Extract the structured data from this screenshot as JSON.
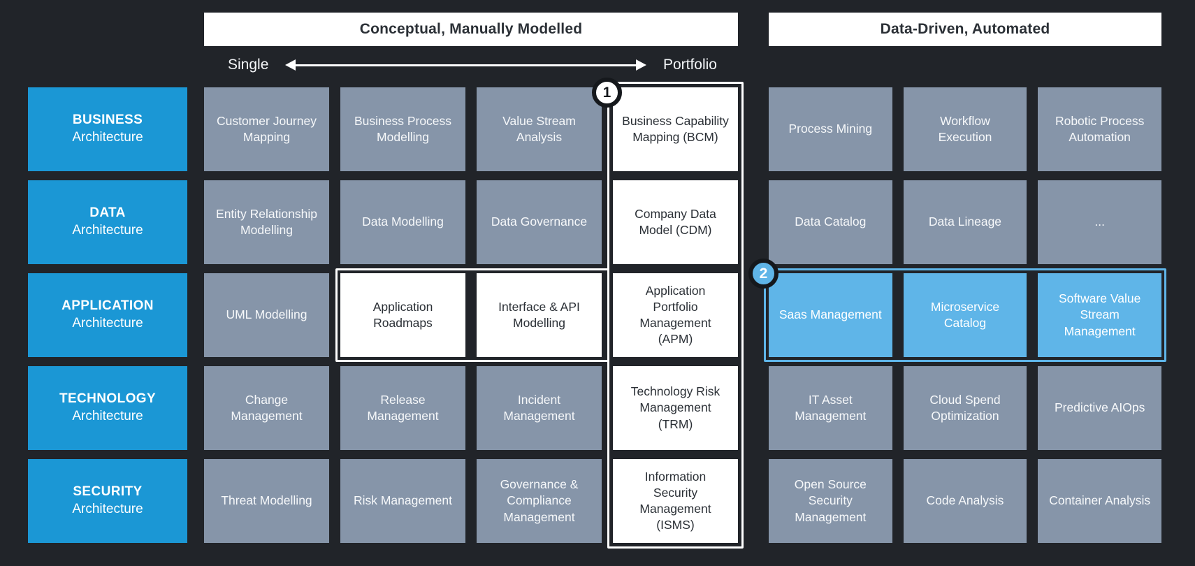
{
  "headers": {
    "conceptual": "Conceptual, Manually Modelled",
    "automated": "Data-Driven, Automated"
  },
  "axis": {
    "left_label": "Single",
    "right_label": "Portfolio"
  },
  "annotations": {
    "badge1": "1",
    "badge2": "2"
  },
  "colors": {
    "background": "#212429",
    "category_blue": "#1b97d5",
    "capability_gray": "#8695a9",
    "highlight_lightblue": "#5fb5e8",
    "highlight_white": "#ffffff"
  },
  "rows": [
    {
      "category": "BUSINESS",
      "category_sub": "Architecture",
      "conceptual": [
        {
          "text": "Customer Journey Mapping",
          "variant": "gray"
        },
        {
          "text": "Business Process Modelling",
          "variant": "gray"
        },
        {
          "text": "Value Stream Analysis",
          "variant": "gray"
        },
        {
          "text": "Business Capability Mapping (BCM)",
          "variant": "white"
        }
      ],
      "automated": [
        {
          "text": "Process Mining",
          "variant": "gray"
        },
        {
          "text": "Workflow Execution",
          "variant": "gray"
        },
        {
          "text": "Robotic Process Automation",
          "variant": "gray"
        }
      ]
    },
    {
      "category": "DATA",
      "category_sub": "Architecture",
      "conceptual": [
        {
          "text": "Entity Relationship Modelling",
          "variant": "gray"
        },
        {
          "text": "Data Modelling",
          "variant": "gray"
        },
        {
          "text": "Data Governance",
          "variant": "gray"
        },
        {
          "text": "Company Data Model (CDM)",
          "variant": "white"
        }
      ],
      "automated": [
        {
          "text": "Data Catalog",
          "variant": "gray"
        },
        {
          "text": "Data Lineage",
          "variant": "gray"
        },
        {
          "text": "...",
          "variant": "gray"
        }
      ]
    },
    {
      "category": "APPLICATION",
      "category_sub": "Architecture",
      "conceptual": [
        {
          "text": "UML Modelling",
          "variant": "gray"
        },
        {
          "text": "Application Roadmaps",
          "variant": "white"
        },
        {
          "text": "Interface & API Modelling",
          "variant": "white"
        },
        {
          "text": "Application Portfolio Management (APM)",
          "variant": "white"
        }
      ],
      "automated": [
        {
          "text": "Saas Management",
          "variant": "lightblue"
        },
        {
          "text": "Microservice Catalog",
          "variant": "lightblue"
        },
        {
          "text": "Software Value Stream Management",
          "variant": "lightblue"
        }
      ]
    },
    {
      "category": "TECHNOLOGY",
      "category_sub": "Architecture",
      "conceptual": [
        {
          "text": "Change Management",
          "variant": "gray"
        },
        {
          "text": "Release Management",
          "variant": "gray"
        },
        {
          "text": "Incident Management",
          "variant": "gray"
        },
        {
          "text": "Technology Risk Management (TRM)",
          "variant": "white"
        }
      ],
      "automated": [
        {
          "text": "IT Asset Management",
          "variant": "gray"
        },
        {
          "text": "Cloud Spend Optimization",
          "variant": "gray"
        },
        {
          "text": "Predictive AIOps",
          "variant": "gray"
        }
      ]
    },
    {
      "category": "SECURITY",
      "category_sub": "Architecture",
      "conceptual": [
        {
          "text": "Threat Modelling",
          "variant": "gray"
        },
        {
          "text": "Risk Management",
          "variant": "gray"
        },
        {
          "text": "Governance & Compliance Management",
          "variant": "gray"
        },
        {
          "text": "Information Security Management (ISMS)",
          "variant": "white"
        }
      ],
      "automated": [
        {
          "text": "Open Source Security Management",
          "variant": "gray"
        },
        {
          "text": "Code Analysis",
          "variant": "gray"
        },
        {
          "text": "Container Analysis",
          "variant": "gray"
        }
      ]
    }
  ]
}
